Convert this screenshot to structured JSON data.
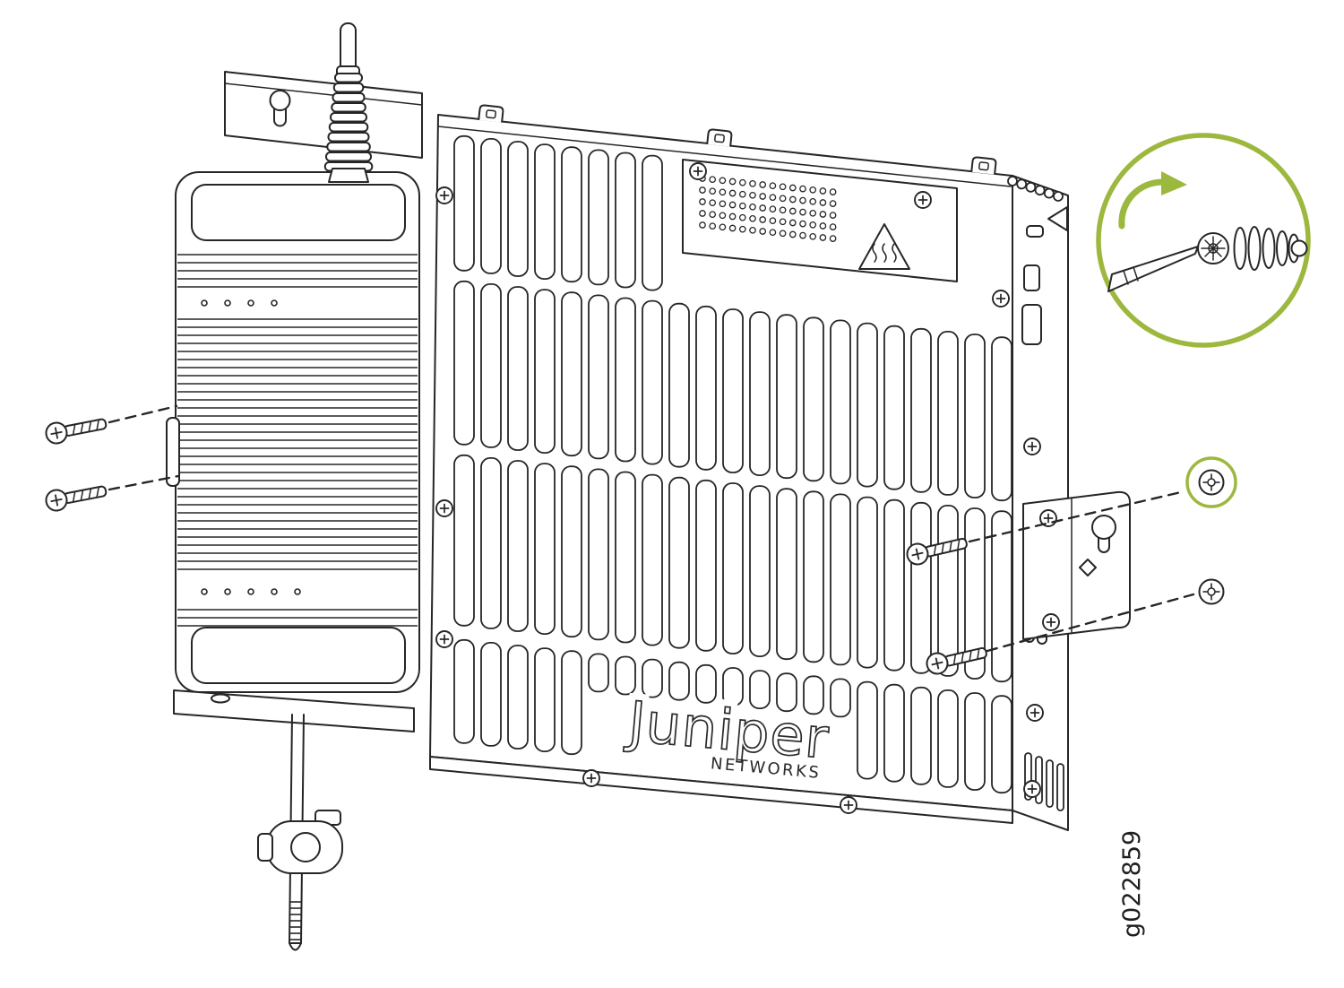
{
  "colors": {
    "accent_green": "#9cb83e",
    "line": "#262626"
  },
  "device": {
    "brand_wordmark": "Juniper",
    "brand_subtext": "NETWORKS"
  },
  "figure": {
    "id_label": "g022859"
  },
  "icons": {
    "phillips_screw": "phillips-screw-icon",
    "wall_anchor": "wall-anchor-icon",
    "screwdriver": "screwdriver-icon",
    "rotation_arrow": "rotation-arrow-icon",
    "hot_surface_warning": "hot-surface-warning-icon",
    "keyhole_slot": "keyhole-slot-icon"
  }
}
